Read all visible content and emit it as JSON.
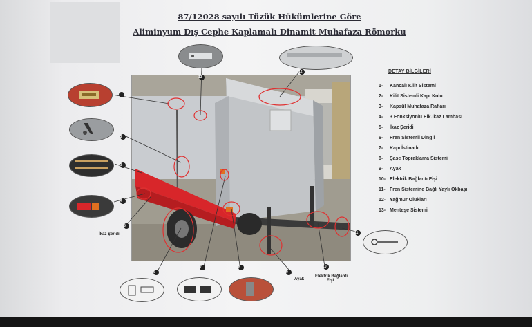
{
  "document": {
    "title_line1": "87/12028 sayılı Tüzük Hükümlerine Göre",
    "title_line2": "Aliminyum Dış Cephe Kaplamalı Dinamit Muhafaza Römorku"
  },
  "legend": {
    "heading": "DETAY BİLGİLERİ",
    "items": [
      {
        "num": "1-",
        "label": "Kancalı Kilit Sistemi"
      },
      {
        "num": "2-",
        "label": "Kilit Sistemli Kapı Kolu"
      },
      {
        "num": "3-",
        "label": "Kapsül Muhafaza Rafları"
      },
      {
        "num": "4-",
        "label": "3 Fonksiyonlu Elk.İkaz Lambası"
      },
      {
        "num": "5-",
        "label": "İkaz Şeridi"
      },
      {
        "num": "6-",
        "label": "Fren Sistemli Dingil"
      },
      {
        "num": "7-",
        "label": "Kapı İstinadı"
      },
      {
        "num": "8-",
        "label": "Şase Topraklama Sistemi"
      },
      {
        "num": "9-",
        "label": "Ayak"
      },
      {
        "num": "10-",
        "label": "Elektrik Bağlantı Fişi"
      },
      {
        "num": "11-",
        "label": "Fren Sistemine Bağlı Yaylı Okbaşı"
      },
      {
        "num": "12-",
        "label": "Yağmur Olukları"
      },
      {
        "num": "13-",
        "label": "Menteşe Sistemi"
      }
    ]
  },
  "callouts": {
    "ikaz_label_1": "İkaz",
    "ikaz_label_2": "Şeridi",
    "ayak_label": "Ayak",
    "elektrik_label_1": "Elektrik Bağlantı",
    "elektrik_label_2": "Fişi",
    "numbers": [
      "1",
      "2",
      "3",
      "4",
      "5",
      "6",
      "7",
      "8",
      "9",
      "10",
      "11",
      "12",
      "13"
    ]
  }
}
